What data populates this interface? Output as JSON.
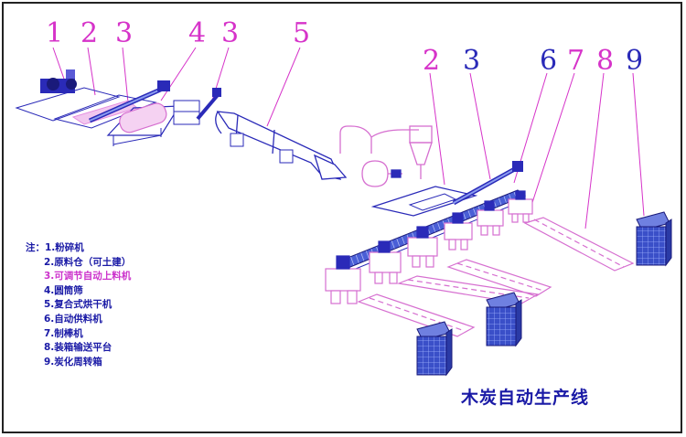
{
  "callouts": {
    "left": [
      "1",
      "2",
      "3",
      "4",
      "3",
      "5"
    ],
    "right": [
      "2",
      "3",
      "6",
      "7",
      "8",
      "9"
    ]
  },
  "legend": {
    "prefix": "注：",
    "items": [
      "1.粉碎机",
      "2.原料仓（可土建）",
      "3.可调节自动上料机",
      "4.圆筒筛",
      "5.复合式烘干机",
      "6.自动供料机",
      "7.制棒机",
      "8.装箱输送平台",
      "9.炭化周转箱"
    ]
  },
  "title": "木炭自动生产线",
  "colors": {
    "callout_pink": "#d633c9",
    "callout_blue": "#2a2ab8",
    "machine_pink": "#e58ee0",
    "machine_blue": "#2a2ab8",
    "box_blue": "#3a4fc8"
  }
}
